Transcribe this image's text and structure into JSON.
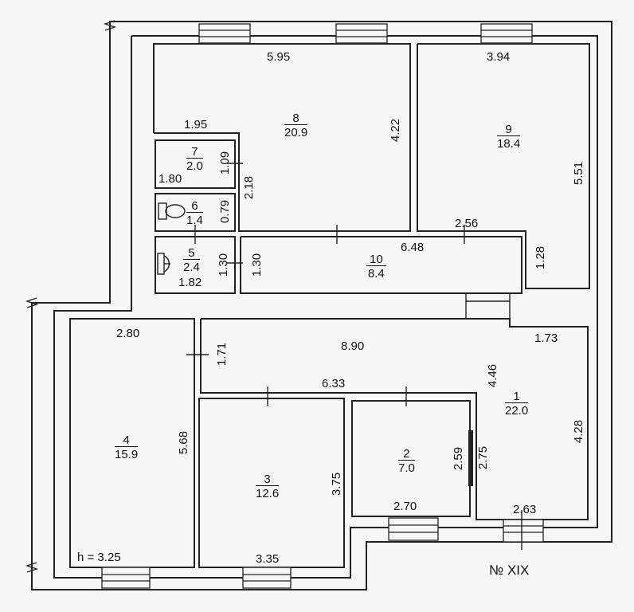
{
  "rooms": [
    {
      "id": "r1",
      "num": "1",
      "area": "22.0"
    },
    {
      "id": "r2",
      "num": "2",
      "area": "7.0"
    },
    {
      "id": "r3",
      "num": "3",
      "area": "12.6"
    },
    {
      "id": "r4",
      "num": "4",
      "area": "15.9"
    },
    {
      "id": "r5",
      "num": "5",
      "area": "2.4"
    },
    {
      "id": "r6",
      "num": "6",
      "area": "1.4"
    },
    {
      "id": "r7",
      "num": "7",
      "area": "2.0"
    },
    {
      "id": "r8",
      "num": "8",
      "area": "20.9"
    },
    {
      "id": "r9",
      "num": "9",
      "area": "18.4"
    },
    {
      "id": "r10",
      "num": "10",
      "area": "8.4"
    }
  ],
  "dimensions": {
    "d595": "5.95",
    "d394": "3.94",
    "d195": "1.95",
    "d422": "4.22",
    "d551": "5.51",
    "d109": "1.09",
    "d218": "2.18",
    "d180": "1.80",
    "d079": "0.79",
    "d256": "2.56",
    "d648": "6.48",
    "d128": "1.28",
    "d130a": "1.30",
    "d130b": "1.30",
    "d182": "1.82",
    "d280": "2.80",
    "d171": "1.71",
    "d890": "8.90",
    "d173": "1.73",
    "d446": "4.46",
    "d633": "6.33",
    "d428": "4.28",
    "d568": "5.68",
    "d375": "3.75",
    "d259": "2.59",
    "d275": "2.75",
    "d270": "2.70",
    "d263": "2.63",
    "d335": "3.35"
  },
  "ceiling_height": "h = 3.25",
  "apartment_number": "№ XIX"
}
